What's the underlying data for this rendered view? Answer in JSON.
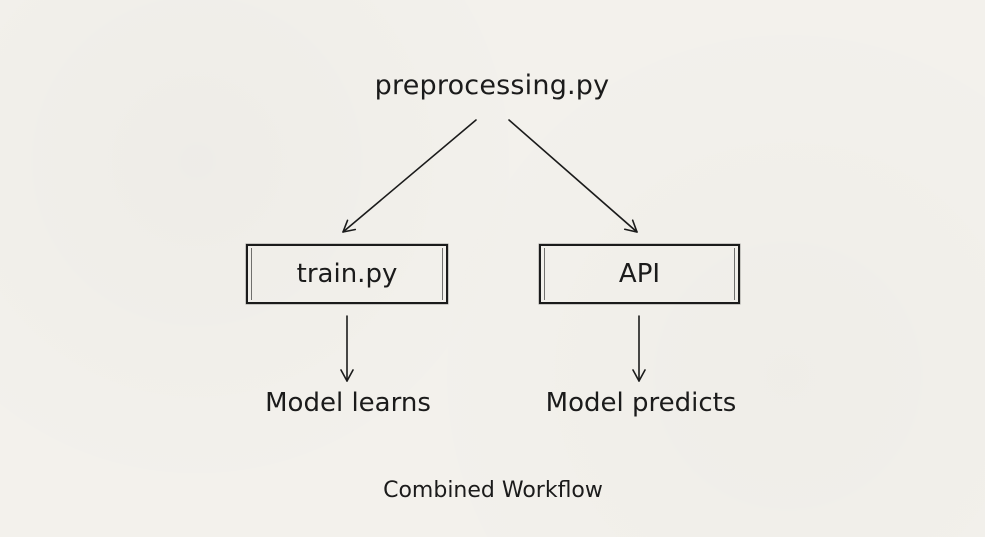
{
  "diagram": {
    "source": "preprocessing.py",
    "branches": [
      {
        "box": "train.py",
        "outcome": "Model learns"
      },
      {
        "box": "API",
        "outcome": "Model predicts"
      }
    ],
    "caption": "Combined Workflow",
    "colors": {
      "background": "#f3f1ec",
      "ink": "#1b1b1b"
    }
  }
}
